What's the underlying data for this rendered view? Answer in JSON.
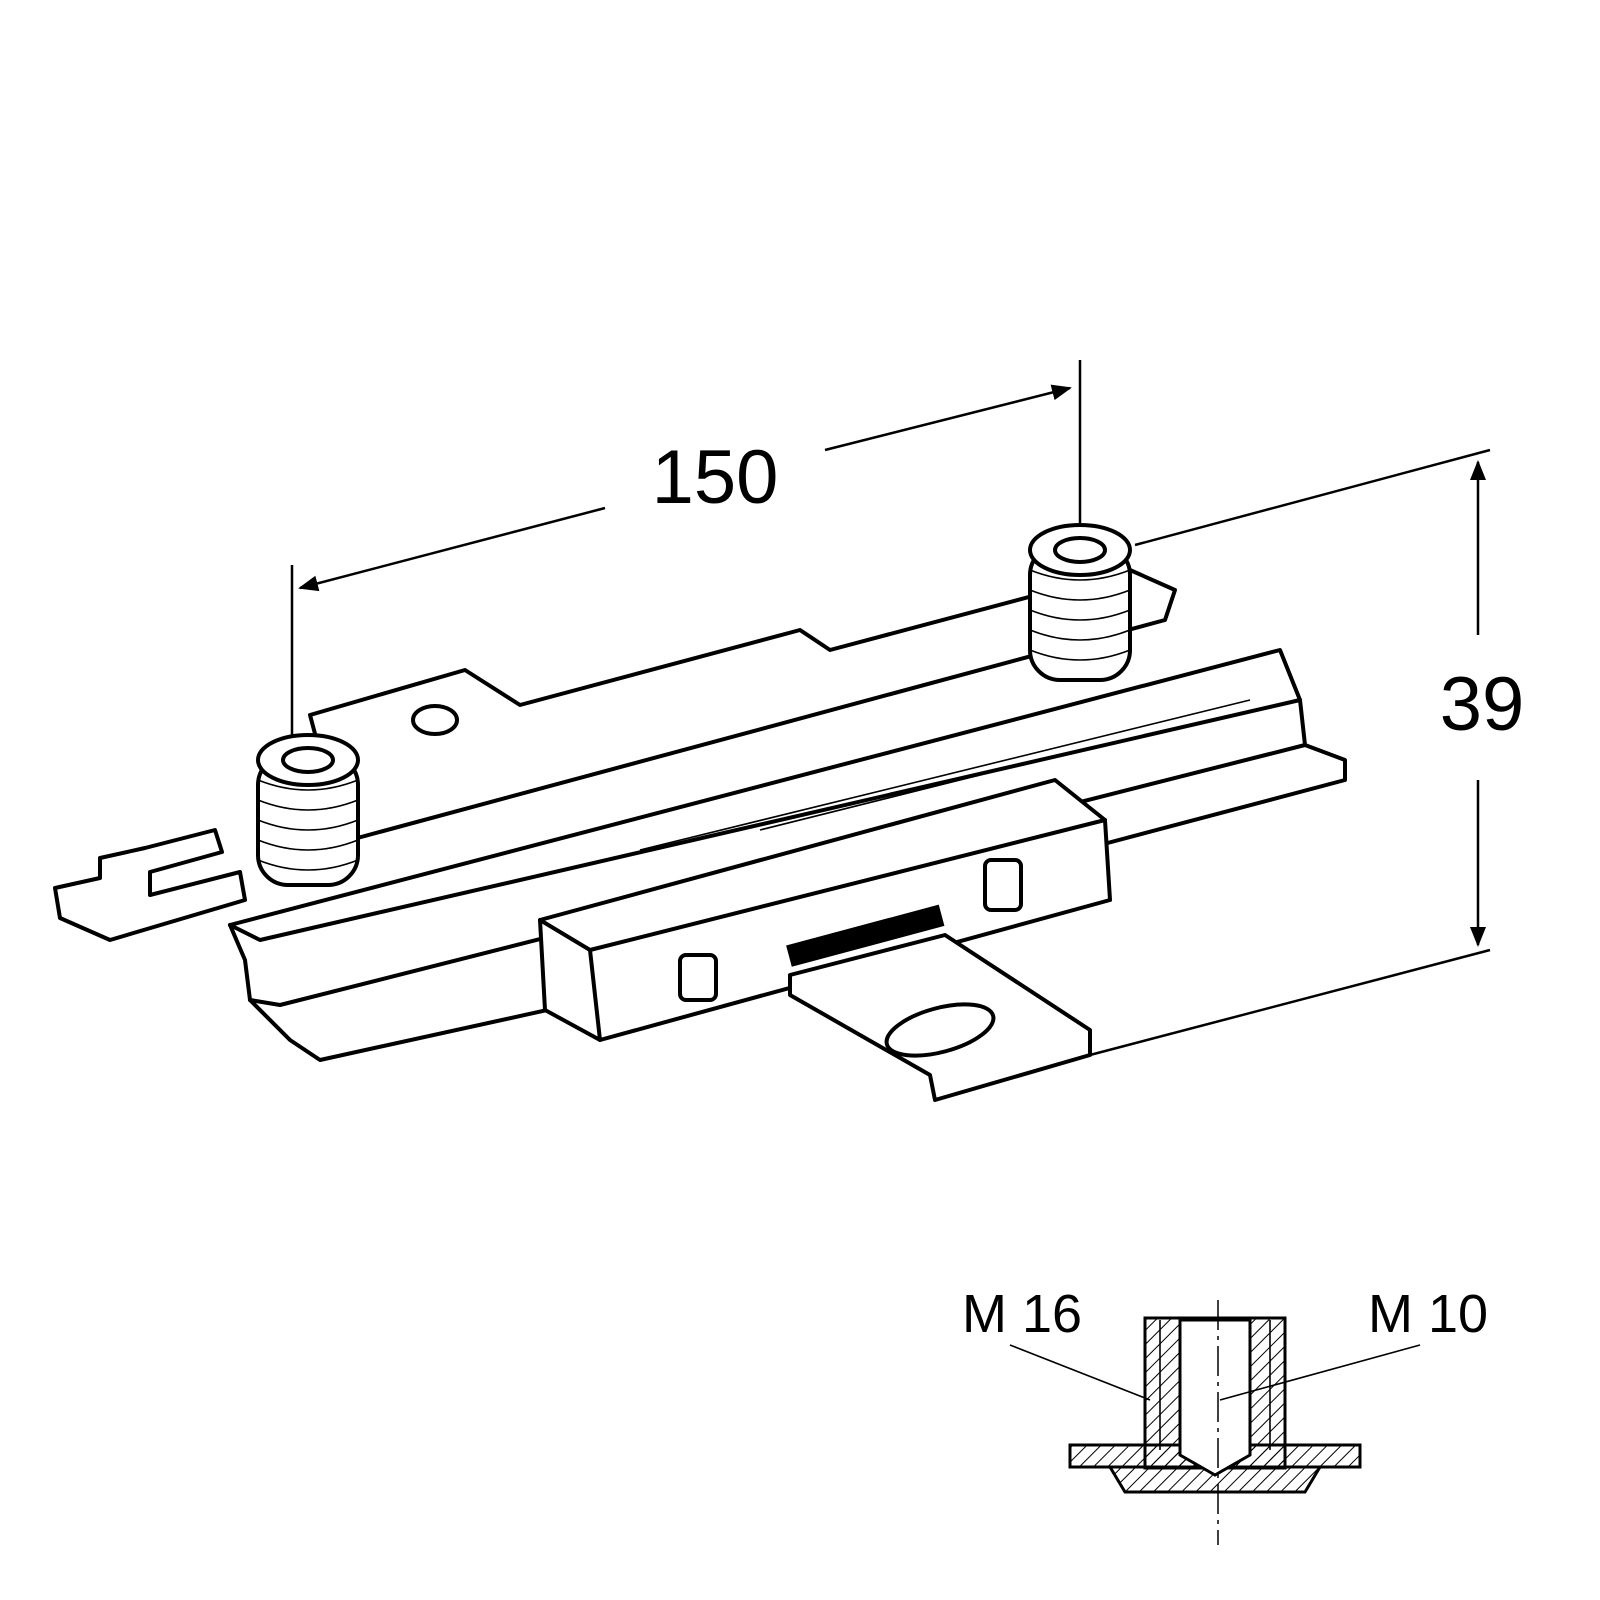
{
  "drawing": {
    "dimension_length": "150",
    "dimension_height": "39",
    "detail_label_outer_thread": "M 16",
    "detail_label_inner_thread": "M 10"
  },
  "colors": {
    "line": "#000000",
    "background": "#ffffff"
  }
}
